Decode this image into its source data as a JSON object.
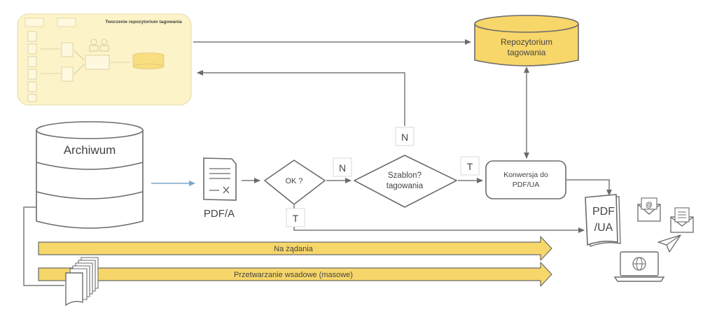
{
  "inset": {
    "title": "Tworzenie repozytorium tagowania"
  },
  "repository": {
    "line1": "Repozytorium",
    "line2": "tagowania"
  },
  "archive": {
    "label": "Archiwum"
  },
  "pdfa": {
    "label": "PDF/A"
  },
  "decision_ok": {
    "label": "OK ?",
    "no_label": "N",
    "yes_label": "T"
  },
  "decision_template": {
    "line1": "Szablon?",
    "line2": "tagowania",
    "no_label": "N",
    "yes_label": "T"
  },
  "conversion": {
    "line1": "Konwersja do",
    "line2": "PDF/UA"
  },
  "pdfua": {
    "line1": "PDF",
    "line2": "/UA"
  },
  "on_demand": {
    "label": "Na żądania"
  },
  "batch": {
    "label": "Przetwarzanie wsadowe (masowe)"
  },
  "colors": {
    "yellow": "#f7d66a",
    "pale_yellow": "#fdf3c8",
    "line": "#7a7a7a",
    "blue_arrow": "#7ba7c9"
  },
  "icons": [
    "document-icon",
    "email-icon",
    "paper-plane-icon",
    "laptop-globe-icon",
    "document-stack-icon"
  ]
}
